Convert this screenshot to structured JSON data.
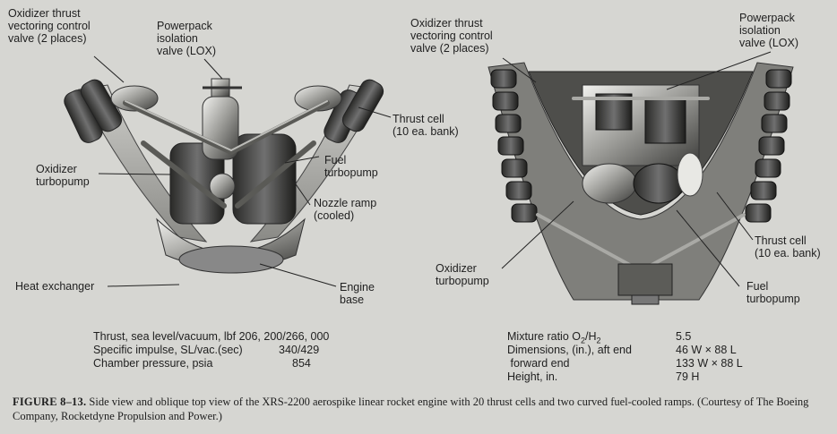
{
  "figure": {
    "left_labels": {
      "oxidizer_tvc": "Oxidizer thrust\nvectoring control\nvalve (2 places)",
      "powerpack": "Powerpack\nisolation\nvalve (LOX)",
      "thrust_cell": "Thrust cell\n(10 ea. bank)",
      "fuel_turbopump": "Fuel\nturbopump",
      "oxidizer_turbopump": "Oxidizer\nturbopump",
      "nozzle_ramp": "Nozzle ramp\n(cooled)",
      "heat_exchanger": "Heat exchanger",
      "engine_base": "Engine\nbase"
    },
    "right_labels": {
      "oxidizer_tvc": "Oxidizer thrust\nvectoring control\nvalve (2 places)",
      "powerpack": "Powerpack\nisolation\nvalve (LOX)",
      "thrust_cell": "Thrust cell\n(10 ea. bank)",
      "oxidizer_turbopump": "Oxidizer\nturbopump",
      "fuel_turbopump": "Fuel\nturbopump"
    },
    "left_specs": {
      "thrust_label": "Thrust, sea level/vacuum, lbf 206, 200/266, 000",
      "isp_label": "Specific impulse, SL/vac.(sec)",
      "isp_value": "340/429",
      "pc_label": "Chamber pressure, psia",
      "pc_value": "854"
    },
    "right_specs": {
      "mixture_label_pre": "Mixture ratio O",
      "mixture_sub1": "2",
      "mixture_slash": "/H",
      "mixture_sub2": "2",
      "mixture_value": "5.5",
      "dim_aft_label": "Dimensions, (in.), aft end",
      "dim_aft_value": "46 W × 88 L",
      "dim_fwd_label": " forward end",
      "dim_fwd_value": "133 W × 88 L",
      "height_label": "Height, in.",
      "height_value": "79 H"
    },
    "caption_label": "FIGURE 8–13.",
    "caption_text": " Side view and oblique top view of the XRS-2200 aerospike linear rocket engine with 20 thrust cells and two curved fuel-cooled ramps. (Courtesy of The Boeing Company, Rocketdyne Propulsion and Power.)"
  }
}
